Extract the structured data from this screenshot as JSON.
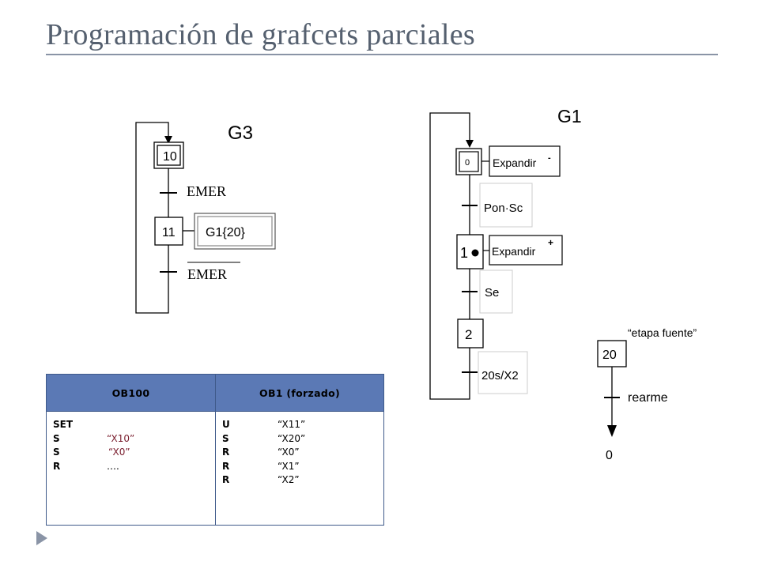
{
  "title": "Programación de grafcets parciales",
  "g3": {
    "label": "G3",
    "step_10": "10",
    "step_11": "11",
    "action_11": "G1{20}",
    "transition_1": "EMER",
    "transition_2": "EMER"
  },
  "g1": {
    "label": "G1",
    "step_0": "0",
    "action_0": "Expandir",
    "action_0_sup": "-",
    "transition_1": "Pon·Sc",
    "step_1": "1",
    "action_1": "Expandir",
    "action_1_sup": "+",
    "transition_2": "Se",
    "step_2": "2",
    "transition_3": "20s/X2"
  },
  "source": {
    "caption": "“etapa fuente”",
    "step_20": "20",
    "transition": "rearme",
    "target": "0"
  },
  "table": {
    "headers": [
      "OB100",
      "OB1 (forzado)"
    ],
    "ob100": [
      {
        "op": "SET",
        "addr": ""
      },
      {
        "op": "S",
        "addr": "“X10”"
      },
      {
        "op": "S",
        "addr": "“X0”"
      },
      {
        "op": "R",
        "addr": "…."
      }
    ],
    "ob1": [
      {
        "op": "U",
        "addr": "“X11”"
      },
      {
        "op": "S",
        "addr": "“X20”"
      },
      {
        "op": "R",
        "addr": "“X0”"
      },
      {
        "op": "R",
        "addr": "“X1”"
      },
      {
        "op": "R",
        "addr": "“X2”"
      }
    ]
  },
  "colors": {
    "title": "#55606f",
    "rule": "#8a94a6",
    "table_header": "#5b79b5",
    "table_addr_red": "#7a1e2e"
  }
}
